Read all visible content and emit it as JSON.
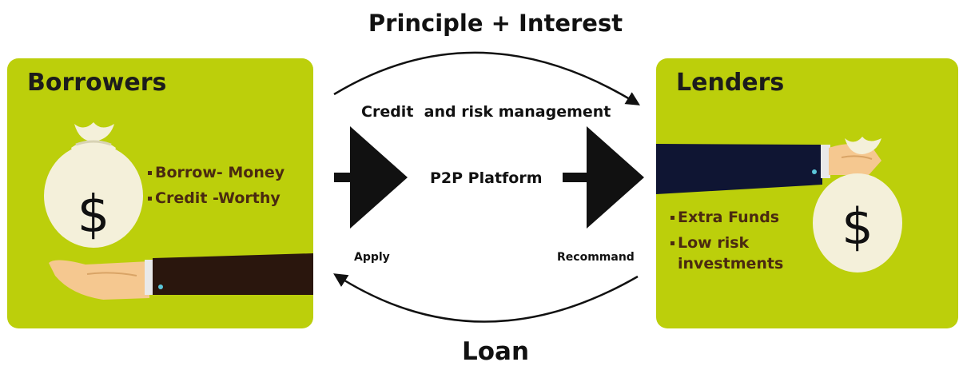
{
  "top_flow": "Principle + Interest",
  "bottom_flow": "Loan",
  "platform": {
    "heading": "Credit  and risk management",
    "name": "P2P Platform",
    "apply_label": "Apply",
    "recommend_label": "Recommand"
  },
  "borrowers": {
    "title": "Borrowers",
    "bullets": [
      "Borrow- Money",
      "Credit -Worthy"
    ]
  },
  "lenders": {
    "title": "Lenders",
    "bullet_1": "Extra Funds",
    "bullet_2_line_1": "Low risk",
    "bullet_2_line_2": "investments"
  },
  "icons": {
    "money_bag": "dollar-money-bag-icon",
    "hand": "hand-icon"
  },
  "colors": {
    "panel": "#bccf0b",
    "bag": "#f4f0da",
    "sleeve_borrower": "#2a160d",
    "sleeve_lender": "#0f1533",
    "skin": "#f5c890",
    "text": "#1a1a1a",
    "bullet_text": "#4a2a10"
  }
}
